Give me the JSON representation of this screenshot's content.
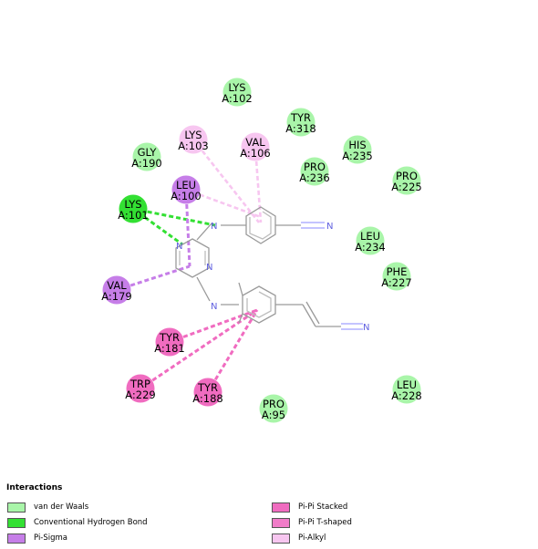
{
  "colors": {
    "van_der_waals": "#a9f5a9",
    "hbond": "#33e033",
    "pi_sigma": "#c67ee8",
    "pi_pi_stacked": "#f06cc0",
    "pi_pi_tshaped": "#f07cc8",
    "pi_alkyl": "#f7c6f0"
  },
  "residues": [
    {
      "id": "lys102",
      "name": "LYS",
      "num": "A:102",
      "type": "van_der_waals"
    },
    {
      "id": "tyr318",
      "name": "TYR",
      "num": "A:318",
      "type": "van_der_waals"
    },
    {
      "id": "lys103",
      "name": "LYS",
      "num": "A:103",
      "type": "pi_alkyl"
    },
    {
      "id": "val106",
      "name": "VAL",
      "num": "A:106",
      "type": "pi_alkyl"
    },
    {
      "id": "his235",
      "name": "HIS",
      "num": "A:235",
      "type": "van_der_waals"
    },
    {
      "id": "gly190",
      "name": "GLY",
      "num": "A:190",
      "type": "van_der_waals"
    },
    {
      "id": "pro236",
      "name": "PRO",
      "num": "A:236",
      "type": "van_der_waals"
    },
    {
      "id": "pro225",
      "name": "PRO",
      "num": "A:225",
      "type": "van_der_waals"
    },
    {
      "id": "leu100",
      "name": "LEU",
      "num": "A:100",
      "type": "pi_sigma"
    },
    {
      "id": "lys101",
      "name": "LYS",
      "num": "A:101",
      "type": "hbond"
    },
    {
      "id": "leu234",
      "name": "LEU",
      "num": "A:234",
      "type": "van_der_waals"
    },
    {
      "id": "phe227",
      "name": "PHE",
      "num": "A:227",
      "type": "van_der_waals"
    },
    {
      "id": "val179",
      "name": "VAL",
      "num": "A:179",
      "type": "pi_sigma"
    },
    {
      "id": "tyr181",
      "name": "TYR",
      "num": "A:181",
      "type": "pi_pi_stacked"
    },
    {
      "id": "trp229",
      "name": "TRP",
      "num": "A:229",
      "type": "pi_pi_stacked"
    },
    {
      "id": "tyr188",
      "name": "TYR",
      "num": "A:188",
      "type": "pi_pi_stacked"
    },
    {
      "id": "pro95",
      "name": "PRO",
      "num": "A:95",
      "type": "van_der_waals"
    },
    {
      "id": "leu228",
      "name": "LEU",
      "num": "A:228",
      "type": "van_der_waals"
    }
  ],
  "interactions": [
    {
      "from": "lys103",
      "type": "pi_alkyl"
    },
    {
      "from": "val106",
      "type": "pi_alkyl"
    },
    {
      "from": "leu100",
      "type": "pi_alkyl"
    },
    {
      "from": "lys101",
      "type": "hbond"
    },
    {
      "from": "lys101",
      "type": "hbond"
    },
    {
      "from": "leu100",
      "type": "pi_sigma"
    },
    {
      "from": "val179",
      "type": "pi_sigma"
    },
    {
      "from": "tyr181",
      "type": "pi_pi_stacked"
    },
    {
      "from": "trp229",
      "type": "pi_pi_stacked"
    },
    {
      "from": "tyr188",
      "type": "pi_pi_stacked"
    }
  ],
  "atom_labels": {
    "n_top": "N",
    "n_bottom": "N",
    "n_ring1": "N",
    "n_ring2": "N",
    "n_nitrile1": "N",
    "n_nitrile2": "N"
  },
  "legend": {
    "title": "Interactions",
    "items": [
      {
        "label": "van der Waals",
        "type": "van_der_waals"
      },
      {
        "label": "Conventional Hydrogen Bond",
        "type": "hbond"
      },
      {
        "label": "Pi-Sigma",
        "type": "pi_sigma"
      },
      {
        "label": "Pi-Pi Stacked",
        "type": "pi_pi_stacked"
      },
      {
        "label": "Pi-Pi T-shaped",
        "type": "pi_pi_tshaped"
      },
      {
        "label": "Pi-Alkyl",
        "type": "pi_alkyl"
      }
    ]
  }
}
